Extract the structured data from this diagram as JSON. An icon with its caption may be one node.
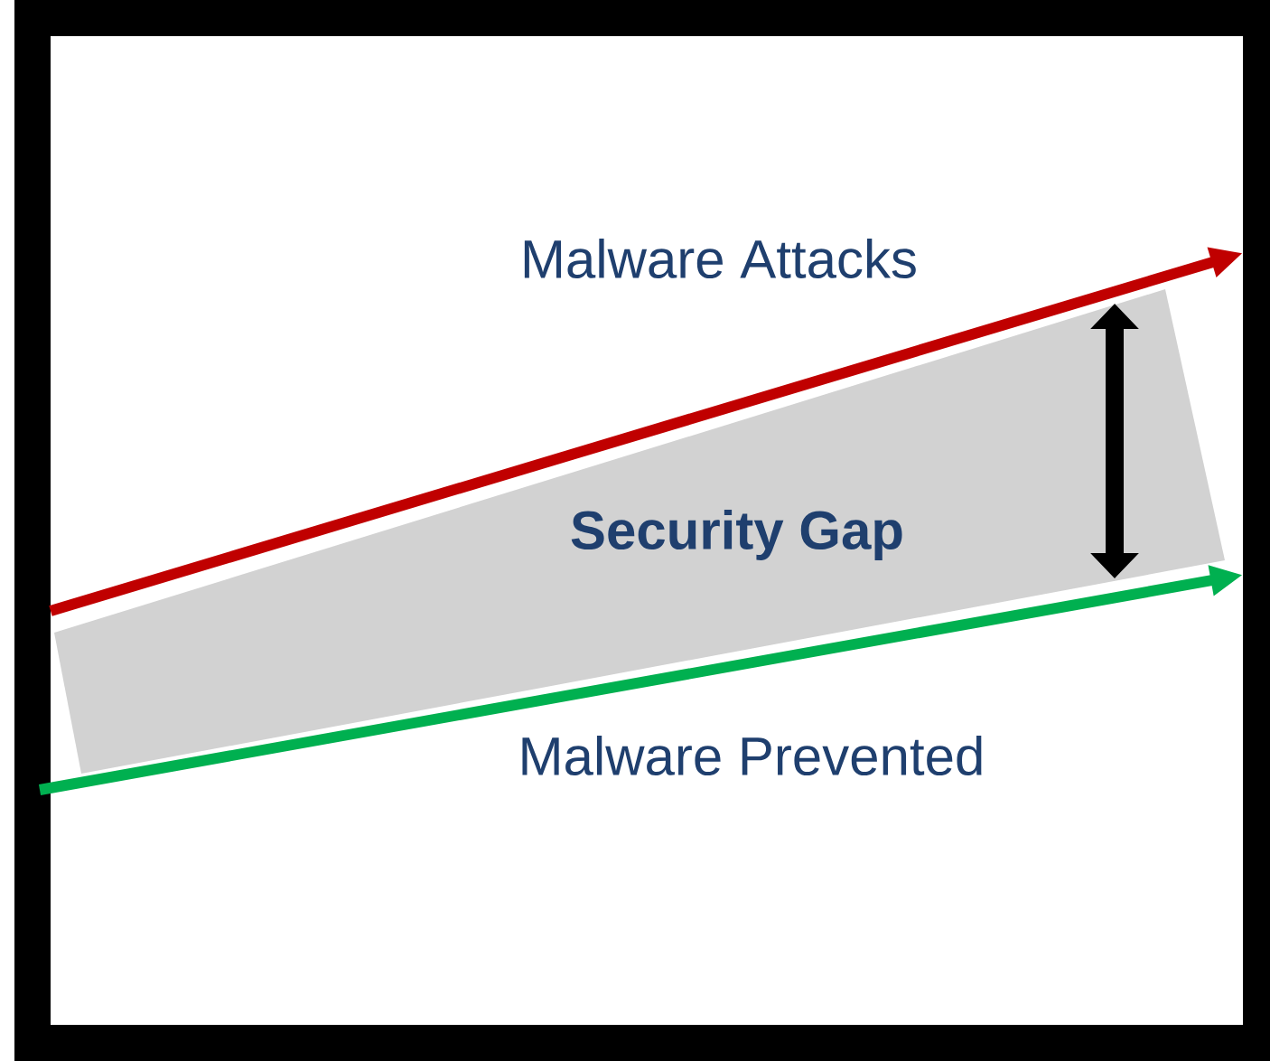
{
  "diagram": {
    "nodes": [
      {
        "text": [
          "Security Gap"
        ]
      }
    ],
    "labels": [
      "Malware Attacks",
      "Malware Prevented"
    ]
  }
}
